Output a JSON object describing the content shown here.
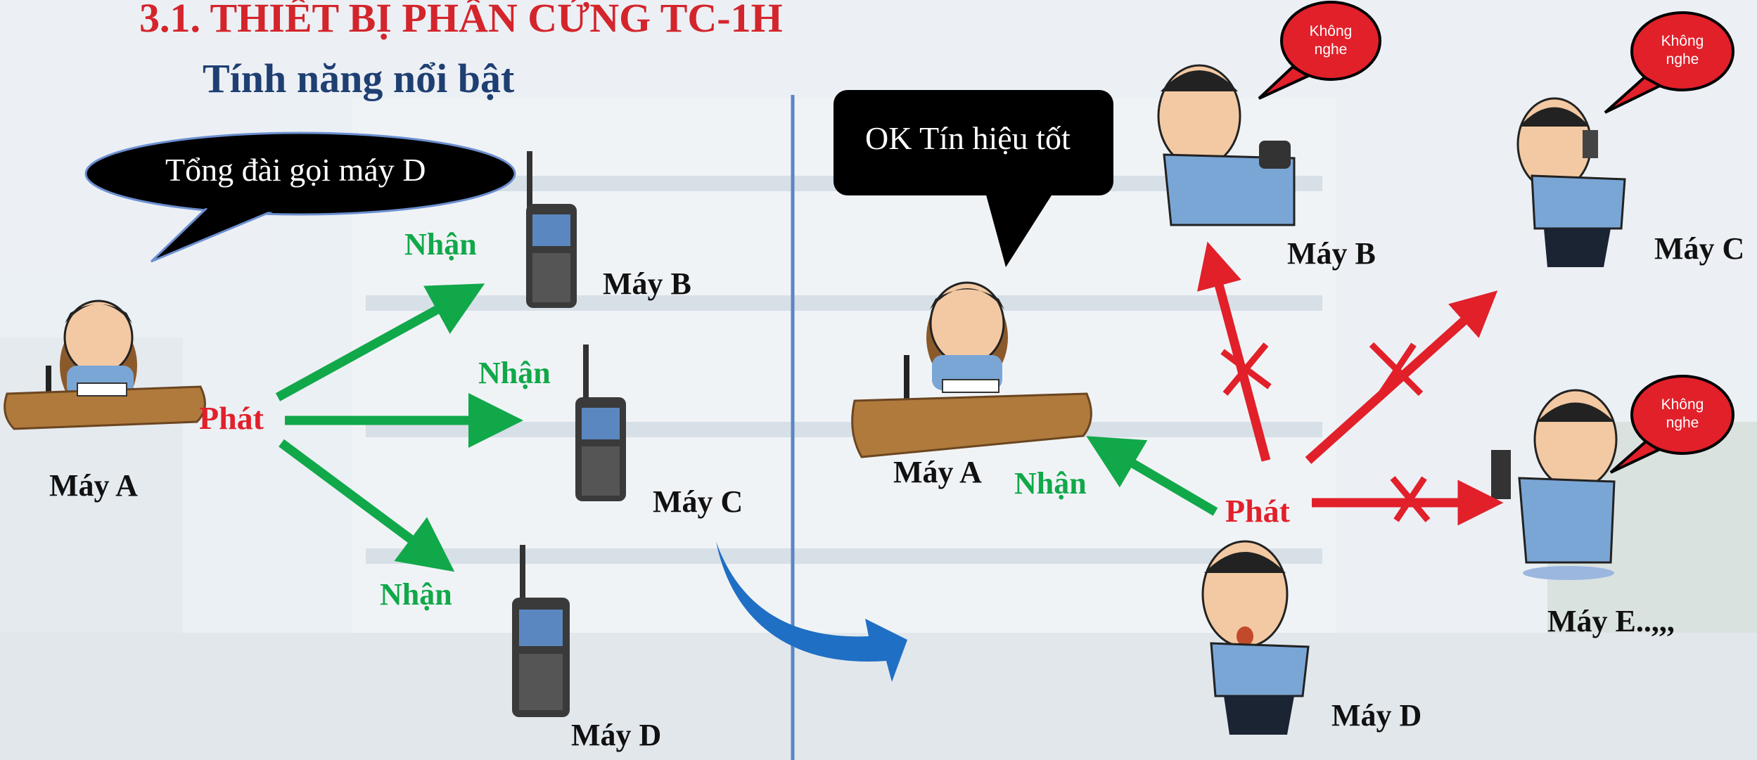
{
  "slide": {
    "title": "3.1. THIẾT BỊ PHẦN CỨNG TC-1H",
    "subtitle": "Tính năng nổi bật",
    "colors": {
      "title": "#d3252b",
      "subtitle": "#1f3f72",
      "green": "#11a84a",
      "red": "#e1202a",
      "blue": "#1f6fc4",
      "divider": "#5b86c7"
    }
  },
  "left_scene": {
    "speech": "Tổng đài gọi máy D",
    "transmit_label": "Phát",
    "receive_labels": [
      "Nhận",
      "Nhận",
      "Nhận"
    ],
    "devices": {
      "a": "Máy A",
      "b": "Máy B",
      "c": "Máy C",
      "d": "Máy D"
    }
  },
  "right_scene": {
    "speech": "OK Tín hiệu tốt",
    "transmit_label": "Phát",
    "receive_label": "Nhận",
    "no_hear": [
      "Không nghe",
      "Không nghe",
      "Không nghe"
    ],
    "devices": {
      "a": "Máy A",
      "b": "Máy B",
      "c": "Máy C",
      "d": "Máy D",
      "e": "Máy E..,,,"
    }
  }
}
